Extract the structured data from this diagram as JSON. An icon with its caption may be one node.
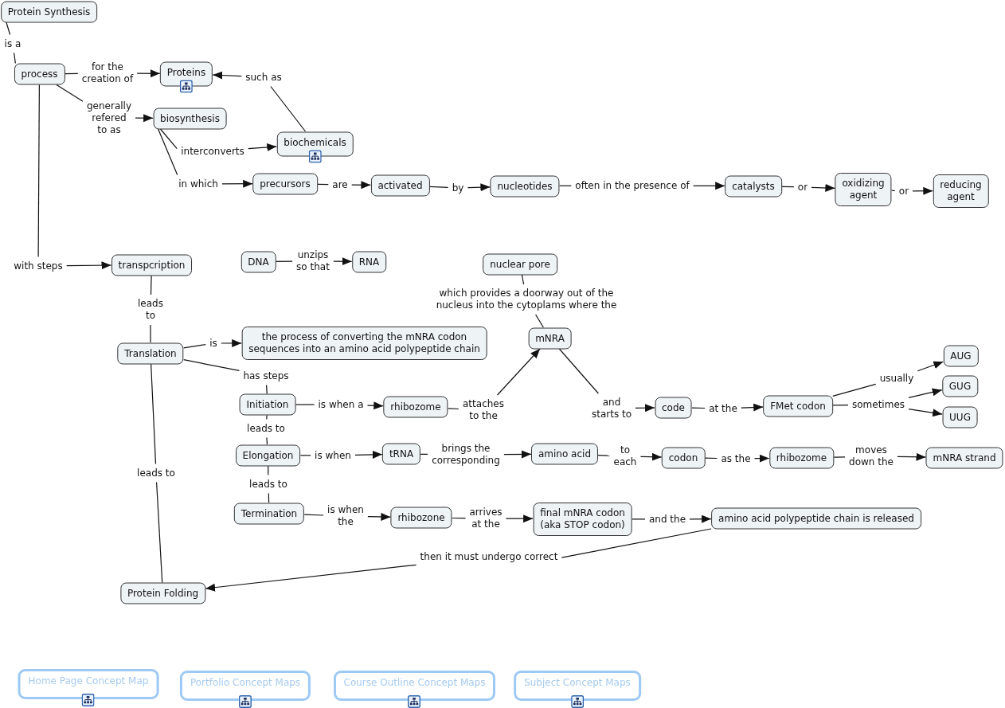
{
  "diagram": {
    "nodes": [
      {
        "text": [
          "Protein Synthesis"
        ]
      },
      {
        "text": [
          "is a"
        ]
      },
      {
        "text": [
          "process"
        ]
      },
      {
        "text": [
          "for the creation of"
        ]
      },
      {
        "text": [
          "Proteins"
        ]
      },
      {
        "text": [
          "such as"
        ]
      },
      {
        "text": [
          "generally refered to as"
        ]
      },
      {
        "text": [
          "biosynthesis"
        ]
      },
      {
        "text": [
          "biochemicals"
        ]
      },
      {
        "text": [
          "interconverts"
        ]
      },
      {
        "text": [
          "in which"
        ]
      },
      {
        "text": [
          "precursors"
        ]
      },
      {
        "text": [
          "are"
        ]
      },
      {
        "text": [
          "activated"
        ]
      },
      {
        "text": [
          "by"
        ]
      },
      {
        "text": [
          "nucleotides"
        ]
      },
      {
        "text": [
          "often in the presence of"
        ]
      },
      {
        "text": [
          "catalysts"
        ]
      },
      {
        "text": [
          "or"
        ]
      },
      {
        "text": [
          "oxidizing agent"
        ]
      },
      {
        "text": [
          "or"
        ]
      },
      {
        "text": [
          "reducing agent"
        ]
      },
      {
        "text": [
          "with steps"
        ]
      },
      {
        "text": [
          "transpcription"
        ]
      },
      {
        "text": [
          "DNA"
        ]
      },
      {
        "text": [
          "unzips so that"
        ]
      },
      {
        "text": [
          "RNA"
        ]
      },
      {
        "text": [
          "nuclear pore"
        ]
      },
      {
        "text": [
          "which provides a doorway out of the nucleus into the cytoplams where the"
        ]
      },
      {
        "text": [
          "leads to"
        ]
      },
      {
        "text": [
          "Translation"
        ]
      },
      {
        "text": [
          "is"
        ]
      },
      {
        "text": [
          "the process of converting the mNRA codon sequences into an amino acid polypeptide chain"
        ]
      },
      {
        "text": [
          "mNRA"
        ]
      },
      {
        "text": [
          "has steps"
        ]
      },
      {
        "text": [
          "usually"
        ]
      },
      {
        "text": [
          "AUG"
        ]
      },
      {
        "text": [
          "GUG"
        ]
      },
      {
        "text": [
          "Initiation"
        ]
      },
      {
        "text": [
          "is when a"
        ]
      },
      {
        "text": [
          "rhibozome"
        ]
      },
      {
        "text": [
          "attaches to the"
        ]
      },
      {
        "text": [
          "and starts to"
        ]
      },
      {
        "text": [
          "code"
        ]
      },
      {
        "text": [
          "at the"
        ]
      },
      {
        "text": [
          "FMet codon"
        ]
      },
      {
        "text": [
          "sometimes"
        ]
      },
      {
        "text": [
          "UUG"
        ]
      },
      {
        "text": [
          "leads to"
        ]
      },
      {
        "text": [
          "Elongation"
        ]
      },
      {
        "text": [
          "is when"
        ]
      },
      {
        "text": [
          "tRNA"
        ]
      },
      {
        "text": [
          "brings the corresponding"
        ]
      },
      {
        "text": [
          "amino acid"
        ]
      },
      {
        "text": [
          "to each"
        ]
      },
      {
        "text": [
          "codon"
        ]
      },
      {
        "text": [
          "as the"
        ]
      },
      {
        "text": [
          "rhibozome"
        ]
      },
      {
        "text": [
          "moves down the"
        ]
      },
      {
        "text": [
          "mNRA strand"
        ]
      },
      {
        "text": [
          "leads to"
        ]
      },
      {
        "text": [
          "leads to"
        ]
      },
      {
        "text": [
          "Termination"
        ]
      },
      {
        "text": [
          "is when the"
        ]
      },
      {
        "text": [
          "rhibozone"
        ]
      },
      {
        "text": [
          "arrives at the"
        ]
      },
      {
        "text": [
          "final mNRA codon (aka STOP codon)"
        ]
      },
      {
        "text": [
          "and the"
        ]
      },
      {
        "text": [
          "amino acid polypeptide chain is released"
        ]
      },
      {
        "text": [
          "then it must undergo correct"
        ]
      },
      {
        "text": [
          "Protein Folding"
        ]
      },
      {
        "text": [
          "Home Page Concept Map"
        ]
      },
      {
        "text": [
          "Portfolio Concept Maps"
        ]
      },
      {
        "text": [
          "Course Outline Concept Maps"
        ]
      },
      {
        "text": [
          "Subject Concept Maps"
        ]
      }
    ],
    "edges": [
      {
        "from": 0,
        "to": 1,
        "arrow": "none"
      },
      {
        "from": 1,
        "to": 2,
        "arrow": "none"
      },
      {
        "from": 2,
        "to": 3,
        "arrow": "none"
      },
      {
        "from": 3,
        "to": 4,
        "arrow": "to"
      },
      {
        "from": 2,
        "to": 6,
        "arrow": "none"
      },
      {
        "from": 6,
        "to": 7,
        "arrow": "to"
      },
      {
        "from": 8,
        "to": 5,
        "arrow": "none"
      },
      {
        "from": 5,
        "to": 4,
        "arrow": "to"
      },
      {
        "from": 7,
        "to": 9,
        "arrow": "none"
      },
      {
        "from": 9,
        "to": 8,
        "arrow": "to"
      },
      {
        "from": 7,
        "to": 10,
        "arrow": "none"
      },
      {
        "from": 10,
        "to": 11,
        "arrow": "to"
      },
      {
        "from": 11,
        "to": 12,
        "arrow": "none"
      },
      {
        "from": 12,
        "to": 13,
        "arrow": "to"
      },
      {
        "from": 13,
        "to": 14,
        "arrow": "none"
      },
      {
        "from": 14,
        "to": 15,
        "arrow": "to"
      },
      {
        "from": 15,
        "to": 16,
        "arrow": "none"
      },
      {
        "from": 16,
        "to": 17,
        "arrow": "to"
      },
      {
        "from": 17,
        "to": 18,
        "arrow": "none"
      },
      {
        "from": 18,
        "to": 19,
        "arrow": "to"
      },
      {
        "from": 19,
        "to": 20,
        "arrow": "none"
      },
      {
        "from": 20,
        "to": 21,
        "arrow": "to"
      },
      {
        "from": 2,
        "to": 22,
        "arrow": "none"
      },
      {
        "from": 22,
        "to": 23,
        "arrow": "to"
      },
      {
        "from": 24,
        "to": 25,
        "arrow": "none"
      },
      {
        "from": 25,
        "to": 26,
        "arrow": "to"
      },
      {
        "from": 23,
        "to": 29,
        "arrow": "none"
      },
      {
        "from": 29,
        "to": 30,
        "arrow": "none"
      },
      {
        "from": 30,
        "to": 31,
        "arrow": "none"
      },
      {
        "from": 31,
        "to": 32,
        "arrow": "to"
      },
      {
        "from": 30,
        "to": 34,
        "arrow": "none"
      },
      {
        "from": 34,
        "to": 38,
        "arrow": "none"
      },
      {
        "from": 30,
        "to": 60,
        "arrow": "none"
      },
      {
        "from": 60,
        "to": 70,
        "arrow": "none"
      },
      {
        "from": 27,
        "to": 28,
        "arrow": "none"
      },
      {
        "from": 28,
        "to": 33,
        "arrow": "none"
      },
      {
        "from": 38,
        "to": 39,
        "arrow": "none"
      },
      {
        "from": 39,
        "to": 40,
        "arrow": "to"
      },
      {
        "from": 40,
        "to": 41,
        "arrow": "none"
      },
      {
        "from": 41,
        "to": 33,
        "arrow": "to"
      },
      {
        "from": 33,
        "to": 42,
        "arrow": "none"
      },
      {
        "from": 42,
        "to": 43,
        "arrow": "to"
      },
      {
        "from": 43,
        "to": 44,
        "arrow": "none"
      },
      {
        "from": 44,
        "to": 45,
        "arrow": "to"
      },
      {
        "from": 45,
        "to": 35,
        "arrow": "none"
      },
      {
        "from": 35,
        "to": 36,
        "arrow": "to"
      },
      {
        "from": 45,
        "to": 46,
        "arrow": "none"
      },
      {
        "from": 46,
        "to": 37,
        "arrow": "to"
      },
      {
        "from": 46,
        "to": 47,
        "arrow": "to"
      },
      {
        "from": 38,
        "to": 48,
        "arrow": "none"
      },
      {
        "from": 48,
        "to": 49,
        "arrow": "none"
      },
      {
        "from": 49,
        "to": 50,
        "arrow": "none"
      },
      {
        "from": 50,
        "to": 51,
        "arrow": "to"
      },
      {
        "from": 51,
        "to": 52,
        "arrow": "none"
      },
      {
        "from": 52,
        "to": 53,
        "arrow": "to"
      },
      {
        "from": 53,
        "to": 54,
        "arrow": "none"
      },
      {
        "from": 54,
        "to": 55,
        "arrow": "to"
      },
      {
        "from": 55,
        "to": 56,
        "arrow": "none"
      },
      {
        "from": 56,
        "to": 57,
        "arrow": "to"
      },
      {
        "from": 57,
        "to": 58,
        "arrow": "none"
      },
      {
        "from": 58,
        "to": 59,
        "arrow": "to"
      },
      {
        "from": 49,
        "to": 61,
        "arrow": "none"
      },
      {
        "from": 61,
        "to": 62,
        "arrow": "none"
      },
      {
        "from": 62,
        "to": 63,
        "arrow": "none"
      },
      {
        "from": 63,
        "to": 64,
        "arrow": "to"
      },
      {
        "from": 64,
        "to": 65,
        "arrow": "none"
      },
      {
        "from": 65,
        "to": 66,
        "arrow": "to"
      },
      {
        "from": 66,
        "to": 67,
        "arrow": "none"
      },
      {
        "from": 67,
        "to": 68,
        "arrow": "to"
      },
      {
        "from": 68,
        "to": 69,
        "arrow": "none"
      },
      {
        "from": 69,
        "to": 70,
        "arrow": "to"
      }
    ]
  }
}
